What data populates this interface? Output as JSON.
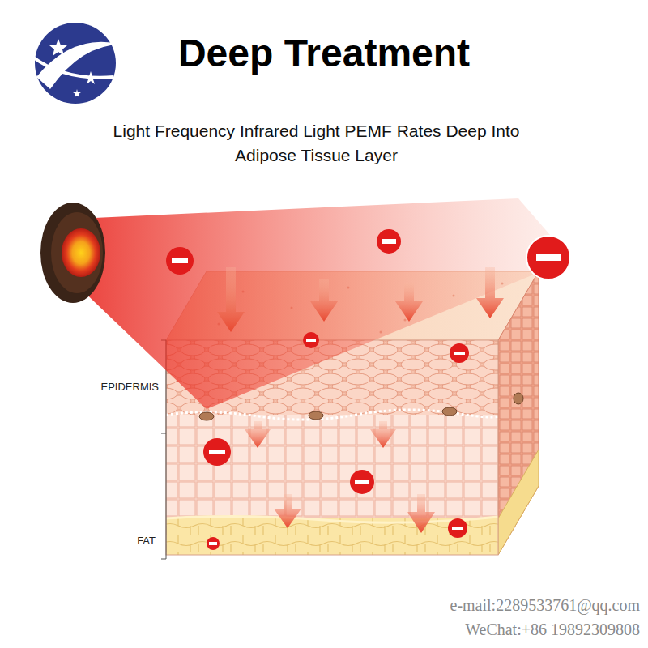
{
  "diagram": {
    "title": "Deep Treatment",
    "labels": [
      "Light Frequency Infrared Light PEMF Rates Deep Into Adipose Tissue Layer",
      "EPIDERMIS",
      "FAT",
      "e-mail:2289533761@qq.com",
      "WeChat:+86 19892309808"
    ]
  }
}
